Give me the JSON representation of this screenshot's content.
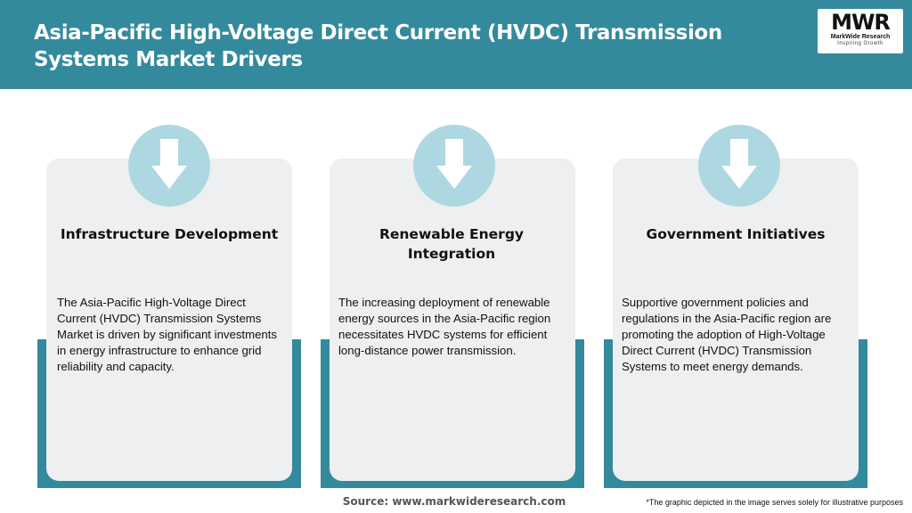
{
  "header": {
    "title": "Asia-Pacific High-Voltage Direct Current (HVDC) Transmission Systems Market Drivers",
    "background_color": "#338a9c"
  },
  "logo": {
    "mark": "MWR",
    "name": "MarkWide Research",
    "tagline": "Inspiring Growth"
  },
  "cards": [
    {
      "icon": "arrow-down-icon",
      "title": "Infrastructure Development",
      "description": "The Asia-Pacific High-Voltage Direct Current (HVDC) Transmission Systems Market is driven by significant investments in energy infrastructure to enhance grid reliability and capacity."
    },
    {
      "icon": "arrow-down-icon",
      "title": "Renewable Energy Integration",
      "description": "The increasing deployment of renewable energy sources in the Asia-Pacific region necessitates HVDC systems for efficient long-distance power transmission."
    },
    {
      "icon": "arrow-down-icon",
      "title": "Government Initiatives",
      "description": "Supportive government policies and regulations in the Asia-Pacific region are promoting the adoption of High-Voltage Direct Current (HVDC) Transmission Systems to meet energy demands."
    }
  ],
  "footer": {
    "source": "Source: www.markwideresearch.com",
    "disclaimer": "*The graphic depicted in the image serves solely for illustrative purposes"
  },
  "colors": {
    "accent": "#338a9c",
    "card_background": "#eeeff0",
    "icon_circle": "#aed8e1"
  }
}
